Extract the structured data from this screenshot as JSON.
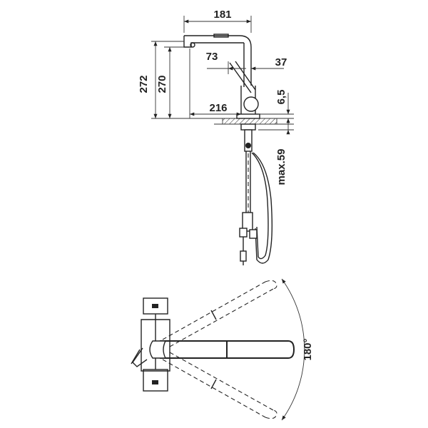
{
  "dimensions": {
    "d181": "181",
    "d73": "73",
    "d37": "37",
    "d272": "272",
    "d270": "270",
    "d216": "216",
    "d6_5": "6,5",
    "dmax59": "max.59",
    "d180deg": "180°"
  },
  "colors": {
    "line": "#222222",
    "background": "#ffffff"
  }
}
